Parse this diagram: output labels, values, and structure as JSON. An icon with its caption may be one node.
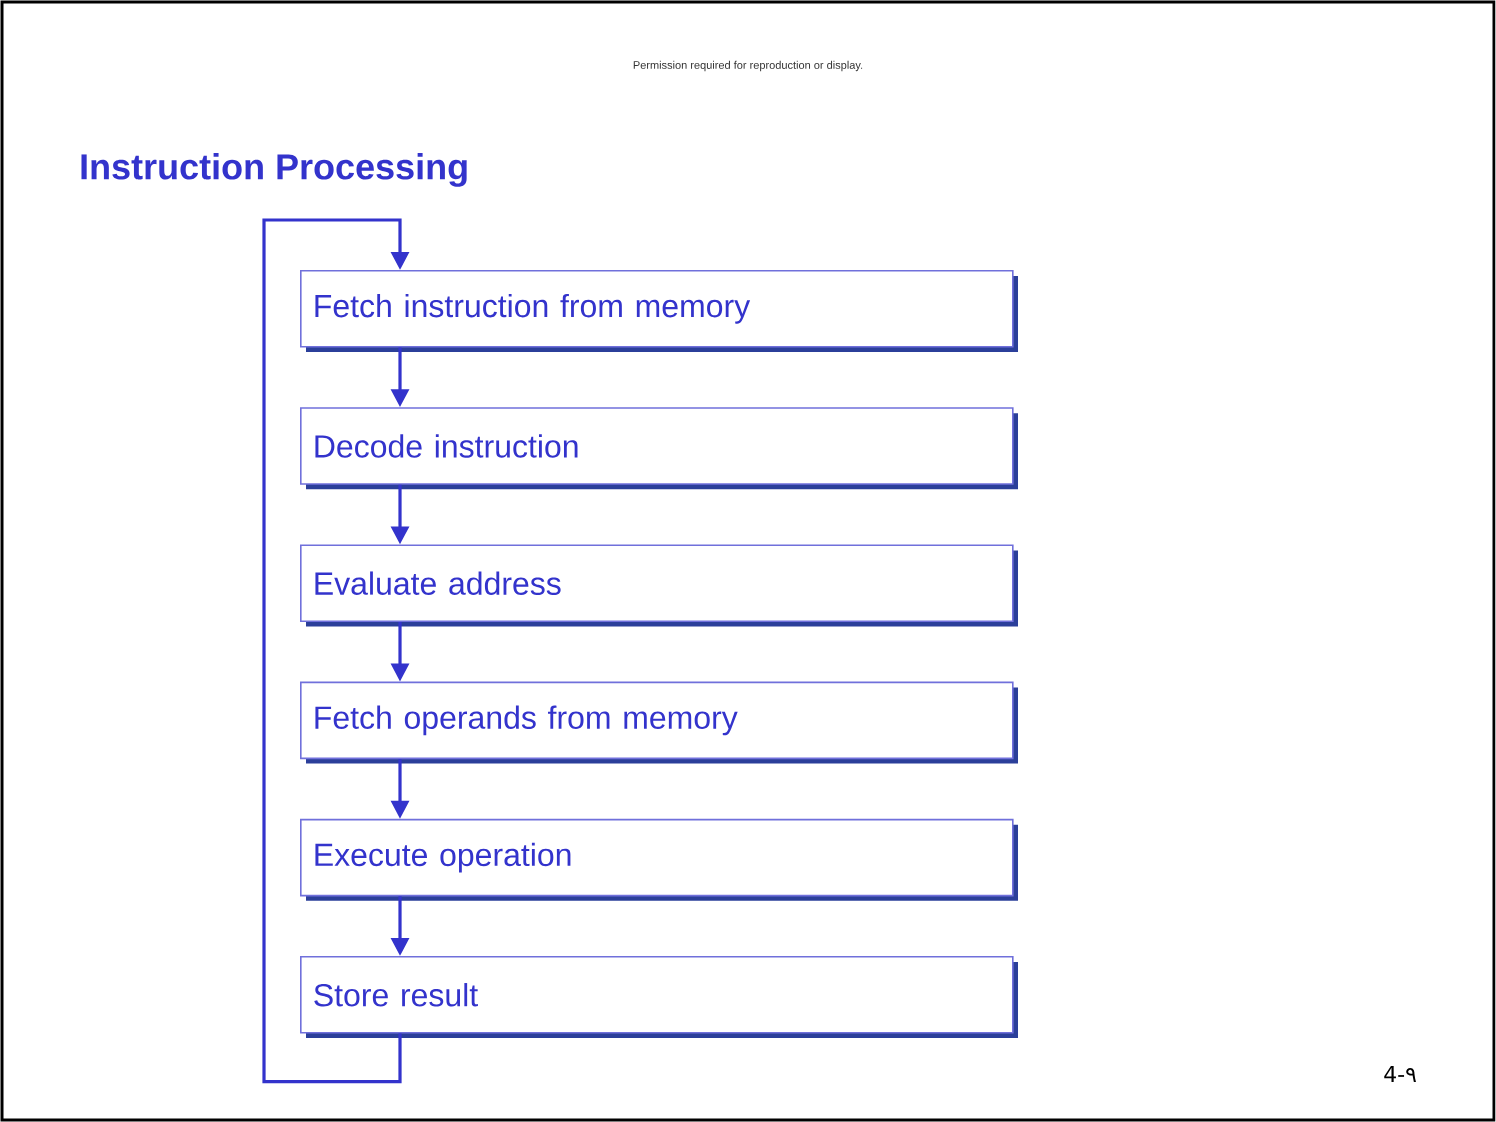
{
  "diagram": {
    "title": "Instruction Processing",
    "nodes": [
      {
        "text": [
          "Fetch instruction from memory"
        ]
      },
      {
        "text": [
          "Decode instruction"
        ]
      },
      {
        "text": [
          "Evaluate address"
        ]
      },
      {
        "text": [
          "Fetch operands from memory"
        ]
      },
      {
        "text": [
          "Execute operation"
        ]
      },
      {
        "text": [
          "Store result"
        ]
      }
    ],
    "edges": [
      {
        "from": 0,
        "to": 1,
        "arrow": "to"
      },
      {
        "from": 1,
        "to": 2,
        "arrow": "to"
      },
      {
        "from": 2,
        "to": 3,
        "arrow": "to"
      },
      {
        "from": 3,
        "to": 4,
        "arrow": "to"
      },
      {
        "from": 4,
        "to": 5,
        "arrow": "to"
      },
      {
        "from": 5,
        "to": 0,
        "arrow": "to"
      }
    ],
    "labels": [
      "Permission required for reproduction or display.",
      "4-٩"
    ]
  }
}
